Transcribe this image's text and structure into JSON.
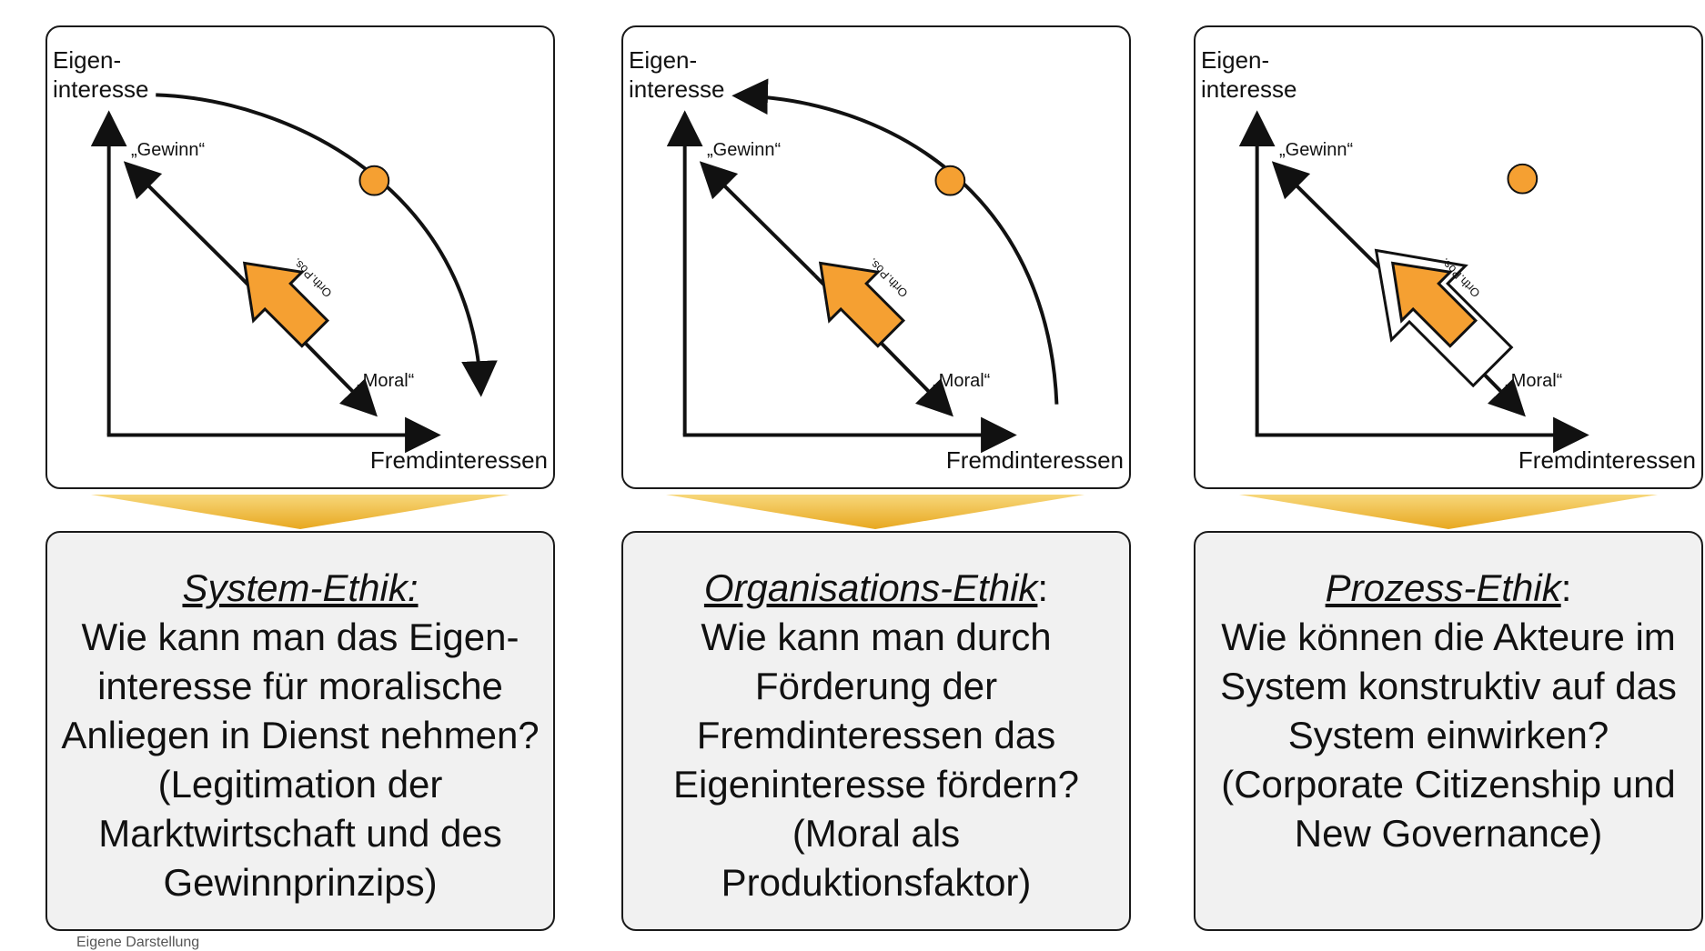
{
  "panels": [
    {
      "y_axis_label": "Eigen-\ninteresse",
      "x_axis_label": "Fremdinteressen",
      "gewinn_label": "„Gewinn“",
      "moral_label": "„Moral“",
      "arrow_label": "Orth.Pos.",
      "title": "System-Ethik:",
      "title_suffix": "",
      "body": "Wie kann man das Eigen-interesse für moralische Anliegen in Dienst nehmen?(Legitimation der Marktwirtschaft und des Gewinnprinzips)"
    },
    {
      "y_axis_label": "Eigen-\ninteresse",
      "x_axis_label": "Fremdinteressen",
      "gewinn_label": "„Gewinn“",
      "moral_label": "„Moral“",
      "arrow_label": "Orth.Pos.",
      "title": "Organisations-Ethik",
      "title_suffix": ":",
      "body": "Wie kann man durch Förderung der Fremdinteressen das Eigeninteresse fördern? (Moral als Produktionsfaktor)"
    },
    {
      "y_axis_label": "Eigen-\ninteresse",
      "x_axis_label": "Fremdinteressen",
      "gewinn_label": "„Gewinn“",
      "moral_label": "„Moral“",
      "arrow_label": "Orth.Pos.",
      "title": "Prozess-Ethik",
      "title_suffix": ":",
      "body": "Wie können die Akteure im System konstruktiv auf das System einwirken? (Corporate Citizenship und New Governance)"
    }
  ],
  "footnote": "Eigene Darstellung",
  "colors": {
    "accent_orange": "#f5a032",
    "wedge_gold": "#e8a820",
    "textbox_bg": "#f1f1f1",
    "stroke": "#111111"
  }
}
